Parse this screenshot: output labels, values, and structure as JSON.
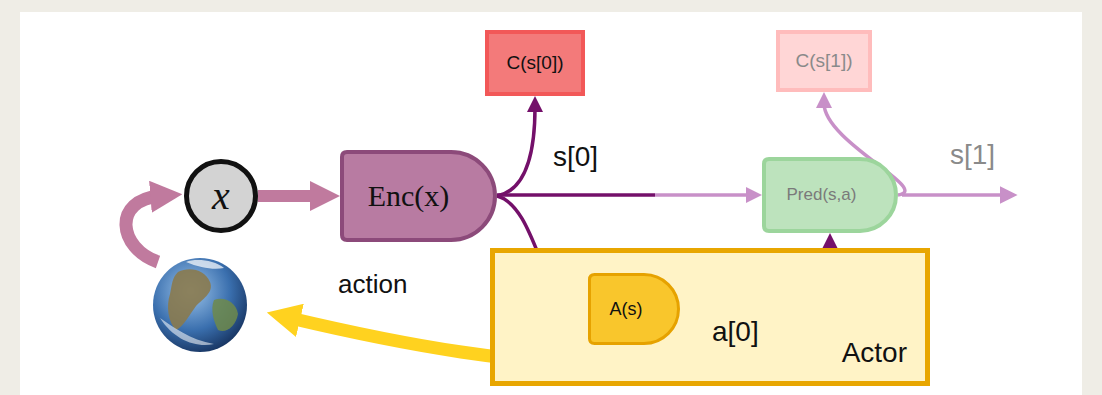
{
  "diagram": {
    "nodes": [
      {
        "text": [
          "x"
        ]
      },
      {
        "text": [
          "Enc(x)"
        ]
      },
      {
        "text": [
          "C(s[0])"
        ]
      },
      {
        "text": [
          "Pred(s,a)"
        ]
      },
      {
        "text": [
          "C(s[1])"
        ]
      },
      {
        "text": [
          "Actor"
        ]
      },
      {
        "text": [
          "A(s)"
        ],
        "in": 5
      }
    ],
    "edges": [
      {
        "from": 0,
        "to": 1,
        "arrow": "to"
      },
      {
        "from": 1,
        "to": 2,
        "arrow": "to"
      },
      {
        "from": 1,
        "to": 3,
        "arrow": "to"
      },
      {
        "from": 1,
        "to": 6,
        "arrow": "to"
      },
      {
        "from": 6,
        "to": 3,
        "arrow": "to"
      },
      {
        "from": 3,
        "to": 4,
        "arrow": "to"
      }
    ],
    "labels": [
      "s[0]",
      "s[1]",
      "action",
      "a[0]"
    ]
  }
}
